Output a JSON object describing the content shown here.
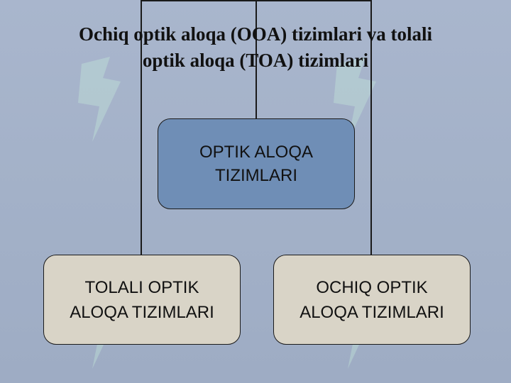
{
  "slide": {
    "title_line1": "Ochiq optik aloqa (OOA) tizimlari va tolali",
    "title_line2": "optik aloqa (TOA) tizimlari"
  },
  "diagram": {
    "root": {
      "line1": "OPTIK ALOQA",
      "line2": "TIZIMLARI"
    },
    "children": [
      {
        "line1": "TOLALI OPTIK",
        "line2": "ALOQA TIZIMLARI"
      },
      {
        "line1": "OCHIQ OPTIK",
        "line2": "ALOQA TIZIMLARI"
      }
    ]
  },
  "colors": {
    "background": "#a3b1c8",
    "root_fill": "#6f8eb6",
    "child_fill": "#d9d4c7",
    "line": "#1a1a1a",
    "watermark": "#c9f0dd"
  }
}
